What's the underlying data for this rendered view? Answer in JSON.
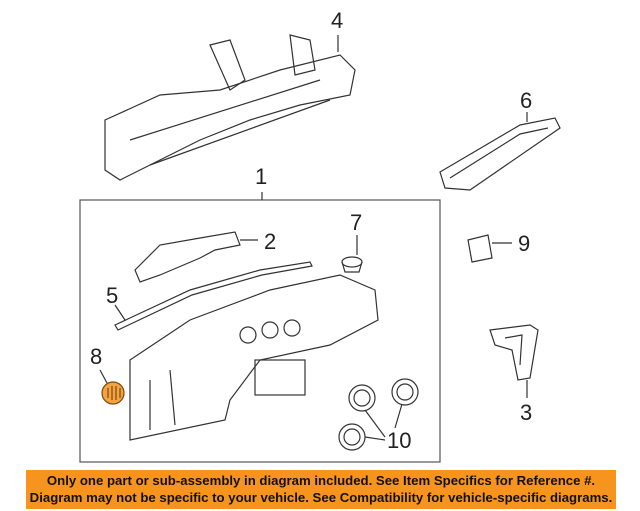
{
  "diagram": {
    "callouts": [
      "1",
      "2",
      "3",
      "4",
      "5",
      "6",
      "7",
      "8",
      "9",
      "10"
    ],
    "highlighted_part": "8",
    "highlight_color": "#f4a340"
  },
  "banner": {
    "line1": "Only one part or sub-assembly in diagram included. See Item Specifics for Reference #.",
    "line2": "Diagram may not be specific to your vehicle. See Compatibility for vehicle-specific diagrams.",
    "color": "#f7941d"
  }
}
